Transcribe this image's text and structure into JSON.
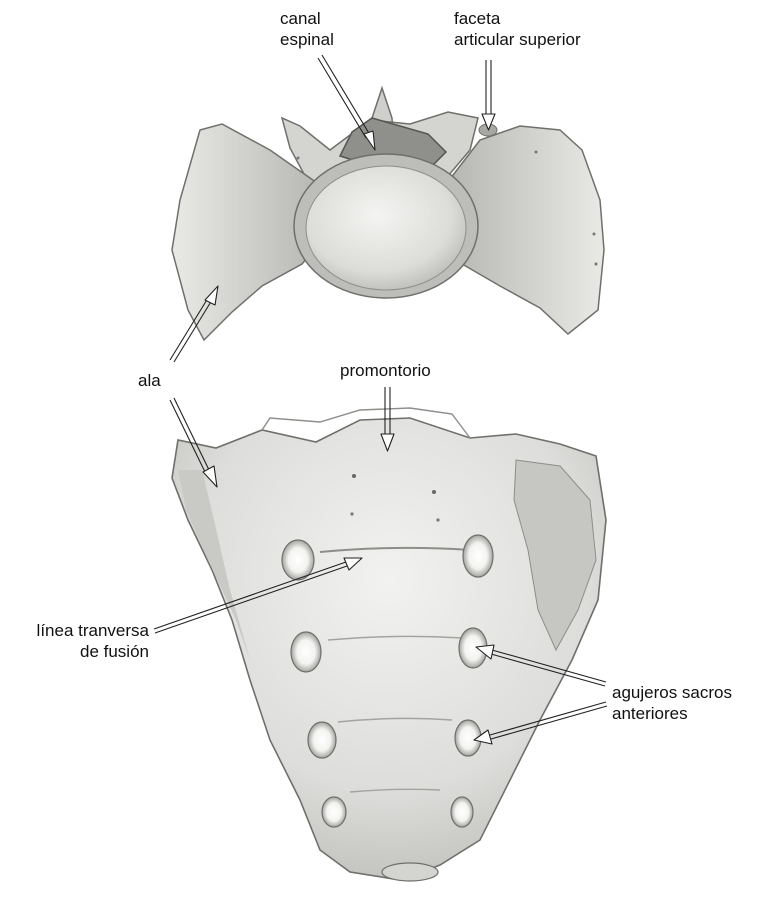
{
  "labels": {
    "canal_espinal": [
      "canal",
      "espinal"
    ],
    "faceta_articular_superior": [
      "faceta",
      "articular superior"
    ],
    "ala": "ala",
    "promontorio": "promontorio",
    "linea_transversa": [
      "línea tranversa",
      "de fusión"
    ],
    "agujeros_sacros": [
      "agujeros sacros",
      "anteriores"
    ]
  },
  "colors": {
    "bone_light": "#f1f1ef",
    "bone_mid": "#d9d9d6",
    "bone_shadow": "#b4b4b0",
    "bone_dark": "#8d8d89",
    "outline": "#6f6f6b",
    "leader": "#222222"
  }
}
